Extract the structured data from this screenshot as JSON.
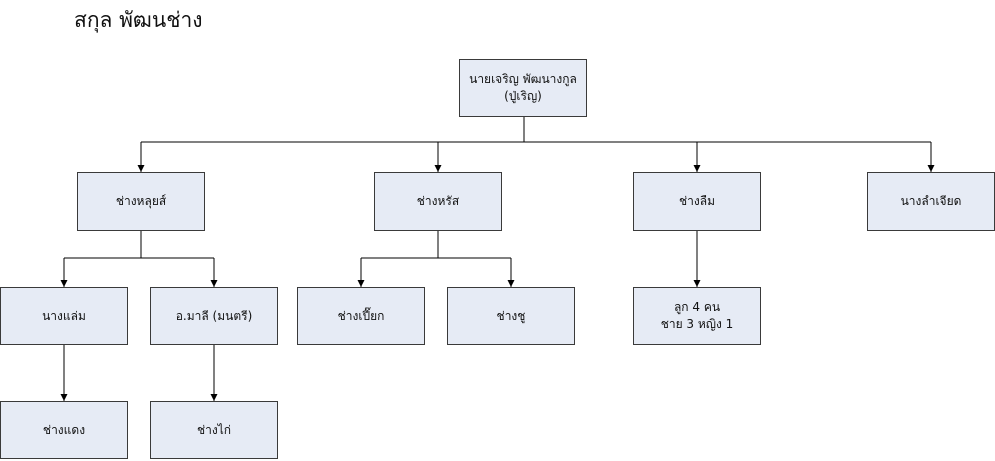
{
  "title": "สกุล พัฒนช่าง",
  "nodes": {
    "root": "นายเจริญ พัฒนางกูล\n(ปู่เริญ)",
    "chang_luis": "ช่างหลุยส์",
    "chang_rat": "ช่างหรัส",
    "chang_luem": "ช่างลืม",
    "nang_lamchiat": "นางลำเจียด",
    "nang_laem": "นางแล่ม",
    "a_mali": "อ.มาลี (มนตรี)",
    "chang_piak": "ช่างเปี๊ยก",
    "chang_chu": "ช่างชู",
    "children_4": "ลูก 4 คน\nชาย 3 หญิง 1",
    "chang_daeng": "ช่างแดง",
    "chang_kai": "ช่างไก่"
  }
}
